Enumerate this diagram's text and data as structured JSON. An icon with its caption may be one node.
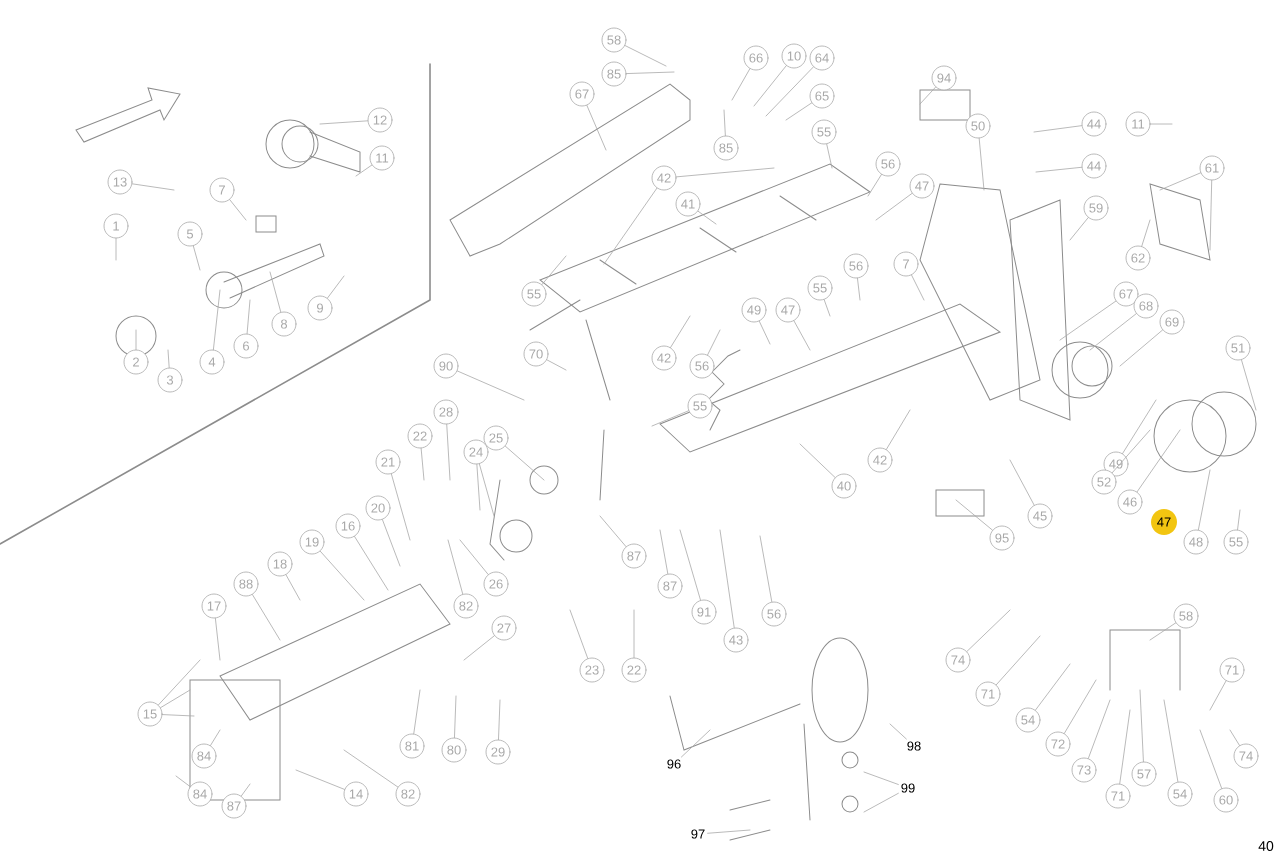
{
  "diagram": {
    "nodes": [
      {
        "text": [
          "12"
        ]
      },
      {
        "text": [
          "11"
        ]
      },
      {
        "text": [
          "13"
        ]
      },
      {
        "text": [
          "7"
        ]
      },
      {
        "text": [
          "1"
        ]
      },
      {
        "text": [
          "5"
        ]
      },
      {
        "text": [
          "9"
        ]
      },
      {
        "text": [
          "8"
        ]
      },
      {
        "text": [
          "6"
        ]
      },
      {
        "text": [
          "4"
        ]
      },
      {
        "text": [
          "2"
        ]
      },
      {
        "text": [
          "3"
        ]
      },
      {
        "text": [
          "58"
        ]
      },
      {
        "text": [
          "85"
        ]
      },
      {
        "text": [
          "67"
        ]
      },
      {
        "text": [
          "66"
        ]
      },
      {
        "text": [
          "10"
        ]
      },
      {
        "text": [
          "64"
        ]
      },
      {
        "text": [
          "65"
        ]
      },
      {
        "text": [
          "85"
        ]
      },
      {
        "text": [
          "55"
        ]
      },
      {
        "text": [
          "42"
        ]
      },
      {
        "text": [
          "41"
        ]
      },
      {
        "text": [
          "55"
        ]
      },
      {
        "text": [
          "94"
        ]
      },
      {
        "text": [
          "44"
        ]
      },
      {
        "text": [
          "11"
        ]
      },
      {
        "text": [
          "50"
        ]
      },
      {
        "text": [
          "44"
        ]
      },
      {
        "text": [
          "56"
        ]
      },
      {
        "text": [
          "61"
        ]
      },
      {
        "text": [
          "47"
        ]
      },
      {
        "text": [
          "59"
        ]
      },
      {
        "text": [
          "62"
        ]
      },
      {
        "text": [
          "7"
        ]
      },
      {
        "text": [
          "56"
        ]
      },
      {
        "text": [
          "55"
        ]
      },
      {
        "text": [
          "67"
        ]
      },
      {
        "text": [
          "68"
        ]
      },
      {
        "text": [
          "49"
        ]
      },
      {
        "text": [
          "47"
        ]
      },
      {
        "text": [
          "69"
        ]
      },
      {
        "text": [
          "51"
        ]
      },
      {
        "text": [
          "70"
        ]
      },
      {
        "text": [
          "42"
        ]
      },
      {
        "text": [
          "56"
        ]
      },
      {
        "text": [
          "90"
        ]
      },
      {
        "text": [
          "55"
        ]
      },
      {
        "text": [
          "28"
        ]
      },
      {
        "text": [
          "22"
        ]
      },
      {
        "text": [
          "25"
        ]
      },
      {
        "text": [
          "24"
        ]
      },
      {
        "text": [
          "42"
        ]
      },
      {
        "text": [
          "21"
        ]
      },
      {
        "text": [
          "49"
        ]
      },
      {
        "text": [
          "52"
        ]
      },
      {
        "text": [
          "40"
        ]
      },
      {
        "text": [
          "46"
        ]
      },
      {
        "text": [
          "20"
        ]
      },
      {
        "text": [
          "45"
        ]
      },
      {
        "text": [
          "47"
        ]
      },
      {
        "text": [
          "16"
        ]
      },
      {
        "text": [
          "95"
        ]
      },
      {
        "text": [
          "48"
        ]
      },
      {
        "text": [
          "55"
        ]
      },
      {
        "text": [
          "19"
        ]
      },
      {
        "text": [
          "87"
        ]
      },
      {
        "text": [
          "18"
        ]
      },
      {
        "text": [
          "26"
        ]
      },
      {
        "text": [
          "88"
        ]
      },
      {
        "text": [
          "87"
        ]
      },
      {
        "text": [
          "82"
        ]
      },
      {
        "text": [
          "17"
        ]
      },
      {
        "text": [
          "91"
        ]
      },
      {
        "text": [
          "56"
        ]
      },
      {
        "text": [
          "58"
        ]
      },
      {
        "text": [
          "27"
        ]
      },
      {
        "text": [
          "43"
        ]
      },
      {
        "text": [
          "74"
        ]
      },
      {
        "text": [
          "23"
        ]
      },
      {
        "text": [
          "22"
        ]
      },
      {
        "text": [
          "71"
        ]
      },
      {
        "text": [
          "71"
        ]
      },
      {
        "text": [
          "15"
        ]
      },
      {
        "text": [
          "54"
        ]
      },
      {
        "text": [
          "72"
        ]
      },
      {
        "text": [
          "81"
        ]
      },
      {
        "text": [
          "98"
        ]
      },
      {
        "text": [
          "80"
        ]
      },
      {
        "text": [
          "29"
        ]
      },
      {
        "text": [
          "84"
        ]
      },
      {
        "text": [
          "74"
        ]
      },
      {
        "text": [
          "96"
        ]
      },
      {
        "text": [
          "73"
        ]
      },
      {
        "text": [
          "57"
        ]
      },
      {
        "text": [
          "99"
        ]
      },
      {
        "text": [
          "84"
        ]
      },
      {
        "text": [
          "14"
        ]
      },
      {
        "text": [
          "82"
        ]
      },
      {
        "text": [
          "54"
        ]
      },
      {
        "text": [
          "71"
        ]
      },
      {
        "text": [
          "60"
        ]
      },
      {
        "text": [
          "87"
        ]
      },
      {
        "text": [
          "97"
        ]
      }
    ],
    "edges": [
      {
        "from": 0,
        "to": null,
        "arrow": "none"
      },
      {
        "from": 1,
        "to": null,
        "arrow": "none"
      },
      {
        "from": 2,
        "to": null,
        "arrow": "none"
      },
      {
        "from": 3,
        "to": null,
        "arrow": "none"
      },
      {
        "from": 4,
        "to": null,
        "arrow": "none"
      },
      {
        "from": 5,
        "to": null,
        "arrow": "none"
      },
      {
        "from": 6,
        "to": null,
        "arrow": "none"
      },
      {
        "from": 7,
        "to": null,
        "arrow": "none"
      },
      {
        "from": 8,
        "to": null,
        "arrow": "none"
      },
      {
        "from": 9,
        "to": null,
        "arrow": "none"
      },
      {
        "from": 10,
        "to": null,
        "arrow": "none"
      },
      {
        "from": 11,
        "to": null,
        "arrow": "none"
      },
      {
        "from": 12,
        "to": null,
        "arrow": "none"
      },
      {
        "from": 13,
        "to": null,
        "arrow": "none"
      },
      {
        "from": 14,
        "to": null,
        "arrow": "none"
      },
      {
        "from": 15,
        "to": null,
        "arrow": "none"
      },
      {
        "from": 16,
        "to": null,
        "arrow": "none"
      },
      {
        "from": 17,
        "to": null,
        "arrow": "none"
      },
      {
        "from": 18,
        "to": null,
        "arrow": "none"
      },
      {
        "from": 19,
        "to": null,
        "arrow": "none"
      },
      {
        "from": 20,
        "to": null,
        "arrow": "none"
      },
      {
        "from": 21,
        "to": null,
        "arrow": "none"
      },
      {
        "from": 21,
        "to": null,
        "arrow": "none"
      },
      {
        "from": 22,
        "to": null,
        "arrow": "none"
      },
      {
        "from": 23,
        "to": null,
        "arrow": "none"
      },
      {
        "from": 24,
        "to": null,
        "arrow": "none"
      },
      {
        "from": 25,
        "to": null,
        "arrow": "none"
      },
      {
        "from": 26,
        "to": null,
        "arrow": "none"
      },
      {
        "from": 27,
        "to": null,
        "arrow": "none"
      },
      {
        "from": 28,
        "to": null,
        "arrow": "none"
      },
      {
        "from": 29,
        "to": null,
        "arrow": "none"
      },
      {
        "from": 30,
        "to": null,
        "arrow": "none"
      },
      {
        "from": 30,
        "to": null,
        "arrow": "none"
      },
      {
        "from": 31,
        "to": null,
        "arrow": "none"
      },
      {
        "from": 32,
        "to": null,
        "arrow": "none"
      },
      {
        "from": 33,
        "to": null,
        "arrow": "none"
      },
      {
        "from": 34,
        "to": null,
        "arrow": "none"
      },
      {
        "from": 35,
        "to": null,
        "arrow": "none"
      },
      {
        "from": 36,
        "to": null,
        "arrow": "none"
      },
      {
        "from": 37,
        "to": null,
        "arrow": "none"
      },
      {
        "from": 38,
        "to": null,
        "arrow": "none"
      },
      {
        "from": 39,
        "to": null,
        "arrow": "none"
      },
      {
        "from": 40,
        "to": null,
        "arrow": "none"
      },
      {
        "from": 41,
        "to": null,
        "arrow": "none"
      },
      {
        "from": 42,
        "to": null,
        "arrow": "none"
      },
      {
        "from": 43,
        "to": null,
        "arrow": "none"
      },
      {
        "from": 44,
        "to": null,
        "arrow": "none"
      },
      {
        "from": 45,
        "to": null,
        "arrow": "none"
      },
      {
        "from": 46,
        "to": null,
        "arrow": "none"
      },
      {
        "from": 47,
        "to": null,
        "arrow": "none"
      },
      {
        "from": 48,
        "to": null,
        "arrow": "none"
      },
      {
        "from": 49,
        "to": null,
        "arrow": "none"
      },
      {
        "from": 50,
        "to": null,
        "arrow": "none"
      },
      {
        "from": 51,
        "to": null,
        "arrow": "none"
      },
      {
        "from": 51,
        "to": null,
        "arrow": "none"
      },
      {
        "from": 52,
        "to": null,
        "arrow": "none"
      },
      {
        "from": 53,
        "to": null,
        "arrow": "none"
      },
      {
        "from": 54,
        "to": null,
        "arrow": "none"
      },
      {
        "from": 55,
        "to": null,
        "arrow": "none"
      },
      {
        "from": 56,
        "to": null,
        "arrow": "none"
      },
      {
        "from": 57,
        "to": null,
        "arrow": "none"
      },
      {
        "from": 58,
        "to": null,
        "arrow": "none"
      },
      {
        "from": 59,
        "to": null,
        "arrow": "none"
      },
      {
        "from": 61,
        "to": null,
        "arrow": "none"
      },
      {
        "from": 62,
        "to": null,
        "arrow": "none"
      },
      {
        "from": 63,
        "to": null,
        "arrow": "none"
      },
      {
        "from": 64,
        "to": null,
        "arrow": "none"
      },
      {
        "from": 65,
        "to": null,
        "arrow": "none"
      },
      {
        "from": 66,
        "to": null,
        "arrow": "none"
      },
      {
        "from": 67,
        "to": null,
        "arrow": "none"
      },
      {
        "from": 68,
        "to": null,
        "arrow": "none"
      },
      {
        "from": 69,
        "to": null,
        "arrow": "none"
      },
      {
        "from": 70,
        "to": null,
        "arrow": "none"
      },
      {
        "from": 71,
        "to": null,
        "arrow": "none"
      },
      {
        "from": 72,
        "to": null,
        "arrow": "none"
      },
      {
        "from": 73,
        "to": null,
        "arrow": "none"
      },
      {
        "from": 74,
        "to": null,
        "arrow": "none"
      },
      {
        "from": 75,
        "to": null,
        "arrow": "none"
      },
      {
        "from": 76,
        "to": null,
        "arrow": "none"
      },
      {
        "from": 77,
        "to": null,
        "arrow": "none"
      },
      {
        "from": 78,
        "to": null,
        "arrow": "none"
      },
      {
        "from": 79,
        "to": null,
        "arrow": "none"
      },
      {
        "from": 80,
        "to": null,
        "arrow": "none"
      },
      {
        "from": 81,
        "to": null,
        "arrow": "none"
      },
      {
        "from": 82,
        "to": null,
        "arrow": "none"
      },
      {
        "from": 83,
        "to": null,
        "arrow": "none"
      },
      {
        "from": 83,
        "to": null,
        "arrow": "none"
      },
      {
        "from": 83,
        "to": null,
        "arrow": "none"
      },
      {
        "from": 84,
        "to": null,
        "arrow": "none"
      },
      {
        "from": 85,
        "to": null,
        "arrow": "none"
      },
      {
        "from": 86,
        "to": null,
        "arrow": "none"
      },
      {
        "from": 87,
        "to": null,
        "arrow": "none"
      },
      {
        "from": 88,
        "to": null,
        "arrow": "none"
      },
      {
        "from": 89,
        "to": null,
        "arrow": "none"
      },
      {
        "from": 90,
        "to": null,
        "arrow": "none"
      },
      {
        "from": 91,
        "to": null,
        "arrow": "none"
      },
      {
        "from": 92,
        "to": null,
        "arrow": "none"
      },
      {
        "from": 93,
        "to": null,
        "arrow": "none"
      },
      {
        "from": 94,
        "to": null,
        "arrow": "none"
      },
      {
        "from": 95,
        "to": null,
        "arrow": "none"
      },
      {
        "from": 95,
        "to": null,
        "arrow": "none"
      },
      {
        "from": 96,
        "to": null,
        "arrow": "none"
      },
      {
        "from": 97,
        "to": null,
        "arrow": "none"
      },
      {
        "from": 98,
        "to": null,
        "arrow": "none"
      },
      {
        "from": 99,
        "to": null,
        "arrow": "none"
      },
      {
        "from": 100,
        "to": null,
        "arrow": "none"
      },
      {
        "from": 101,
        "to": null,
        "arrow": "none"
      },
      {
        "from": 102,
        "to": null,
        "arrow": "none"
      },
      {
        "from": 103,
        "to": null,
        "arrow": "none"
      }
    ],
    "labels": [
      "40"
    ]
  }
}
